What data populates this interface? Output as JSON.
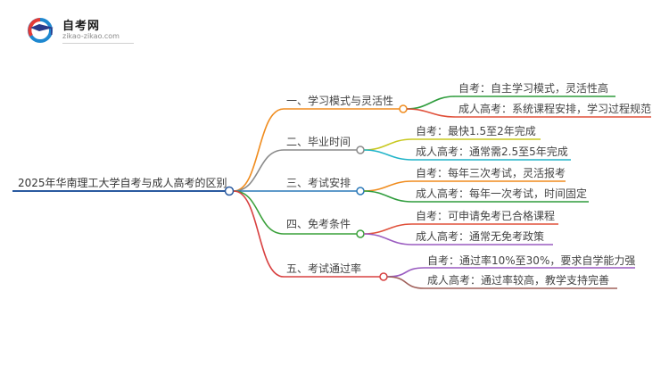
{
  "logo": {
    "icon": "graduation-cap-logo",
    "name": "自考网",
    "domain": "zikao-zikao.com"
  },
  "mindmap": {
    "root": "2025年华南理工大学自考与成人高考的区别",
    "branches": [
      {
        "label": "一、学习模式与灵活性",
        "color": "#f08c1e",
        "leaves": [
          "自考：自主学习模式，灵活性高",
          "成人高考：系统课程安排，学习过程规范"
        ],
        "leaf_colors": [
          "#2e9c3c",
          "#e0503a"
        ]
      },
      {
        "label": "二、毕业时间",
        "color": "#8a8a8a",
        "leaves": [
          "自考：最快1.5至2年完成",
          "成人高考：通常需2.5至5年完成"
        ],
        "leaf_colors": [
          "#c8c820",
          "#20b4c8"
        ]
      },
      {
        "label": "三、考试安排",
        "color": "#2a78b8",
        "leaves": [
          "自考：每年三次考试，灵活报考",
          "成人高考：每年一次考试，时间固定"
        ],
        "leaf_colors": [
          "#f08c1e",
          "#2e9c3c"
        ]
      },
      {
        "label": "四、免考条件",
        "color": "#3aa03a",
        "leaves": [
          "自考：可申请免考已合格课程",
          "成人高考：通常无免考政策"
        ],
        "leaf_colors": [
          "#e0503a",
          "#9a5cc0"
        ]
      },
      {
        "label": "五、考试通过率",
        "color": "#d84040",
        "leaves": [
          "自考：通过率10%至30%，要求自学能力强",
          "成人高考：通过率较高，教学支持完善"
        ],
        "leaf_colors": [
          "#9a5cc0",
          "#a0605a"
        ]
      }
    ],
    "root_color": "#2a5aa0"
  }
}
